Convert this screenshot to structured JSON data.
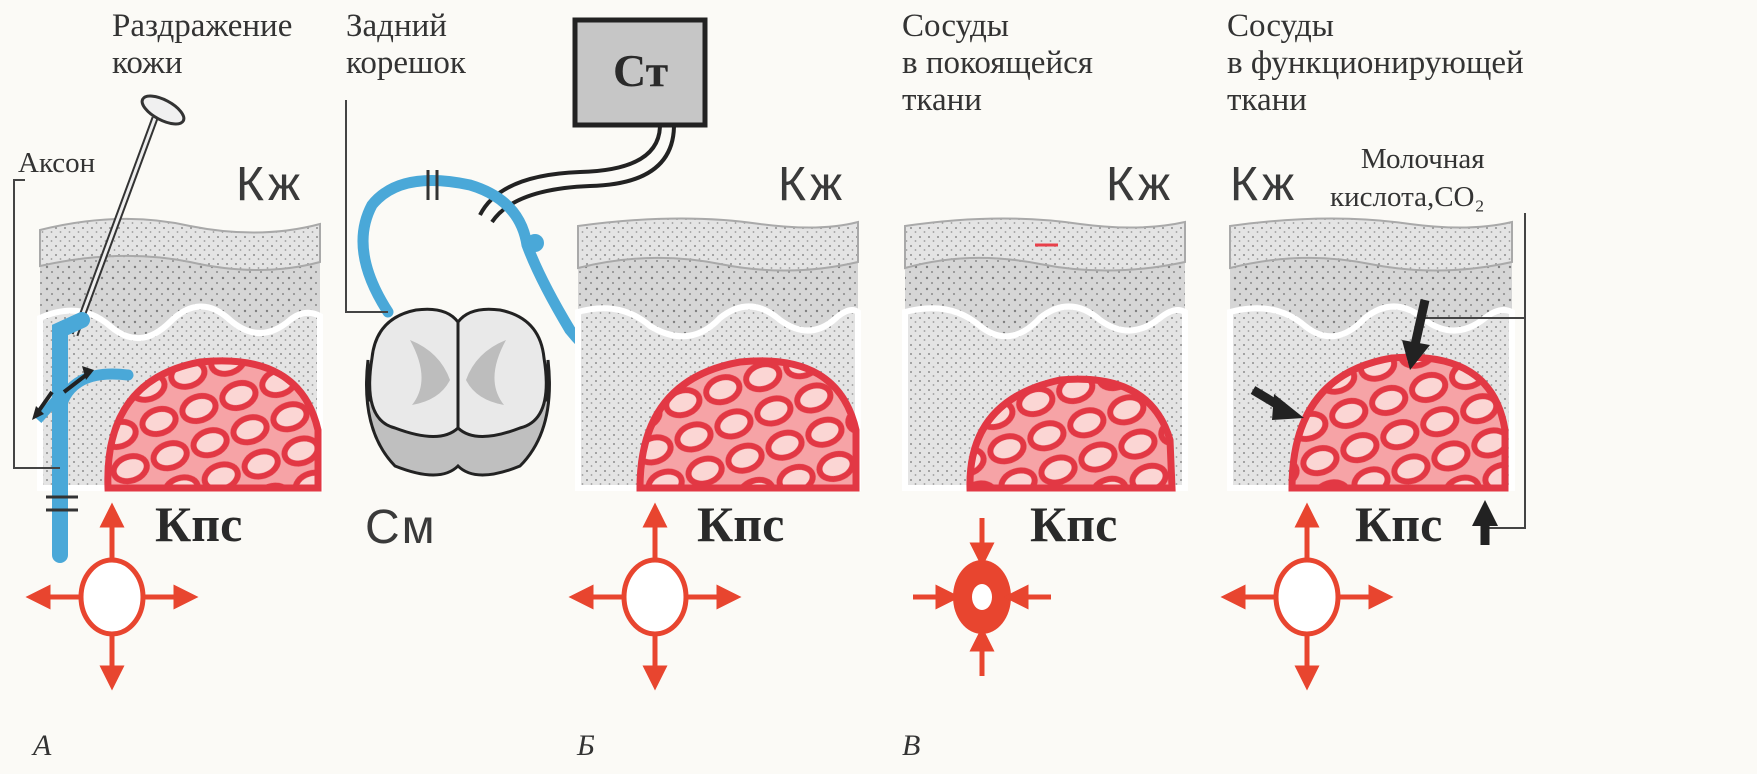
{
  "labels": {
    "skin_irritation": "Раздражение\nкожи",
    "dorsal_root": "Задний\nкорешок",
    "vessels_rest": "Сосуды\nв покоящейся\nткани",
    "vessels_active": "Сосуды\nв функционирующей\nткани",
    "axon": "Аксон",
    "lactic_acid": "Молочная\nкислота,CO₂",
    "skin": "Кж",
    "capillary_network": "Кпс",
    "spinal_cord": "См",
    "stimulator": "Ст"
  },
  "panels": [
    {
      "letter": "А",
      "vessel_state": "dilated"
    },
    {
      "letter": "Б",
      "vessel_state": "dilated"
    },
    {
      "letter": "В",
      "vessel_state": "constricted"
    },
    {
      "letter": "",
      "vessel_state": "dilated"
    }
  ],
  "colors": {
    "nerve": "#4aa8d8",
    "vessel": "#e8404a",
    "vessel_fill": "#f4a0a4",
    "tissue": "#cfcfcf",
    "epidermis": "#e3e3e3",
    "stimulator_box": "#c6c6c6",
    "arrow": "#e8452f"
  }
}
